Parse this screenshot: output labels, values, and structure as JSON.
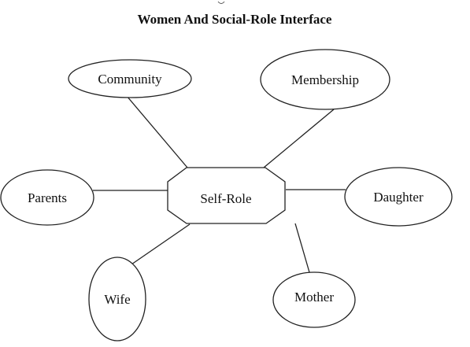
{
  "diagram": {
    "title": "Women And Social-Role Interface",
    "center": {
      "label": "Self-Role"
    },
    "nodes": [
      {
        "id": "community",
        "label": "Community"
      },
      {
        "id": "membership",
        "label": "Membership"
      },
      {
        "id": "parents",
        "label": "Parents"
      },
      {
        "id": "daughter",
        "label": "Daughter"
      },
      {
        "id": "wife",
        "label": "Wife"
      },
      {
        "id": "mother",
        "label": "Mother"
      }
    ]
  },
  "colors": {
    "stroke": "#222222",
    "text": "#111111",
    "background": "#ffffff"
  }
}
